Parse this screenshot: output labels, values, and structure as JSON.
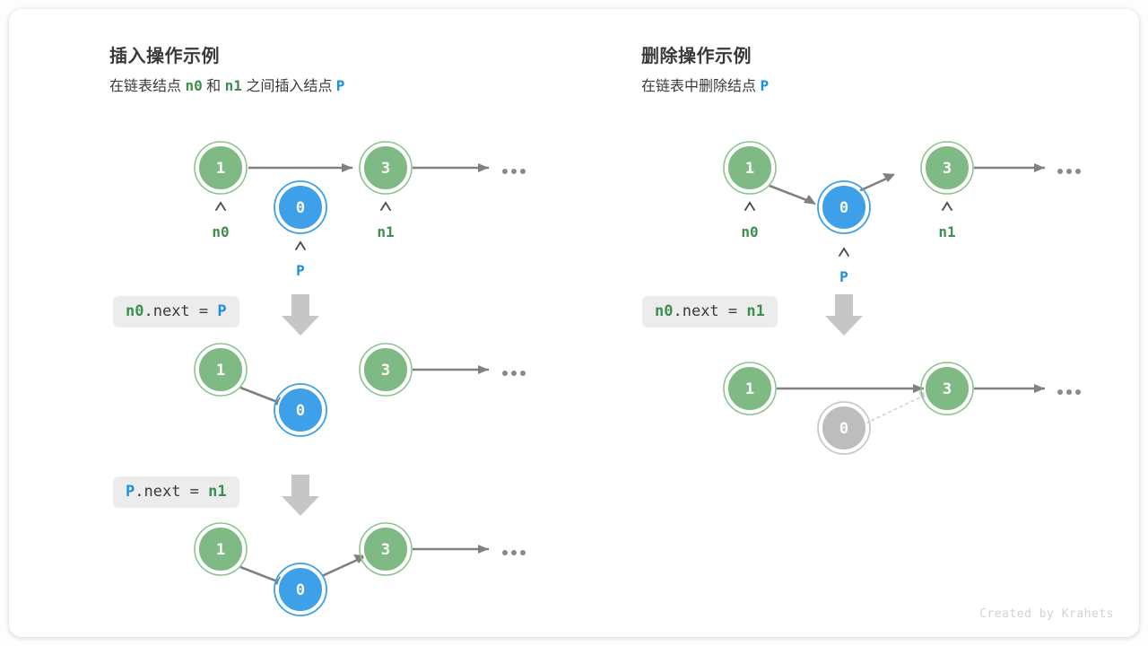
{
  "credit": "Created by Krahets",
  "colors": {
    "green_fill": "#7fba84",
    "green_ring": "#8cc490",
    "blue_fill": "#3da0e8",
    "blue_ring": "#3da0e8",
    "gray_fill": "#bdbdbd",
    "gray_ring": "#c9c9c9",
    "arrow": "#808080",
    "big_arrow": "#c6c6c6",
    "code_bg": "#ececec",
    "token_green": "#3c8f4e",
    "token_blue": "#1a8fe0",
    "token_dark": "#3a3a3a"
  },
  "panels": [
    {
      "id": "insert",
      "title": "插入操作示例",
      "subtitle_parts": [
        {
          "text": "在链表结点 ",
          "style": "text"
        },
        {
          "text": "n0",
          "style": "green"
        },
        {
          "text": " 和 ",
          "style": "text"
        },
        {
          "text": "n1",
          "style": "green"
        },
        {
          "text": " 之间插入结点 ",
          "style": "text"
        },
        {
          "text": "P",
          "style": "blue"
        }
      ],
      "steps": [
        {
          "code_parts": [
            {
              "text": "n0",
              "style": "green"
            },
            {
              "text": ".next = ",
              "style": "dark"
            },
            {
              "text": "P",
              "style": "blue"
            }
          ]
        },
        {
          "code_parts": [
            {
              "text": "P",
              "style": "blue"
            },
            {
              "text": ".next = ",
              "style": "dark"
            },
            {
              "text": "n1",
              "style": "green"
            }
          ]
        }
      ],
      "rows": [
        {
          "nodes": [
            {
              "value": "1",
              "color": "green",
              "pointer": "n0",
              "pointer_color": "green"
            },
            {
              "value": "0",
              "color": "blue",
              "pointer": "P",
              "pointer_color": "blue"
            },
            {
              "value": "3",
              "color": "green",
              "pointer": "n1",
              "pointer_color": "green"
            }
          ],
          "ellipsis": true
        },
        {
          "nodes": [
            {
              "value": "1",
              "color": "green"
            },
            {
              "value": "0",
              "color": "blue"
            },
            {
              "value": "3",
              "color": "green"
            }
          ],
          "ellipsis": true
        },
        {
          "nodes": [
            {
              "value": "1",
              "color": "green"
            },
            {
              "value": "0",
              "color": "blue"
            },
            {
              "value": "3",
              "color": "green"
            }
          ],
          "ellipsis": true
        }
      ]
    },
    {
      "id": "delete",
      "title": "删除操作示例",
      "subtitle_parts": [
        {
          "text": "在链表中删除结点 ",
          "style": "text"
        },
        {
          "text": "P",
          "style": "blue"
        }
      ],
      "steps": [
        {
          "code_parts": [
            {
              "text": "n0",
              "style": "green"
            },
            {
              "text": ".next = ",
              "style": "dark"
            },
            {
              "text": "n1",
              "style": "green"
            }
          ]
        }
      ],
      "rows": [
        {
          "nodes": [
            {
              "value": "1",
              "color": "green",
              "pointer": "n0",
              "pointer_color": "green"
            },
            {
              "value": "0",
              "color": "blue",
              "pointer": "P",
              "pointer_color": "blue"
            },
            {
              "value": "3",
              "color": "green",
              "pointer": "n1",
              "pointer_color": "green"
            }
          ],
          "ellipsis": true
        },
        {
          "nodes": [
            {
              "value": "1",
              "color": "green"
            },
            {
              "value": "0",
              "color": "gray"
            },
            {
              "value": "3",
              "color": "green"
            }
          ],
          "ellipsis": true
        }
      ]
    }
  ]
}
